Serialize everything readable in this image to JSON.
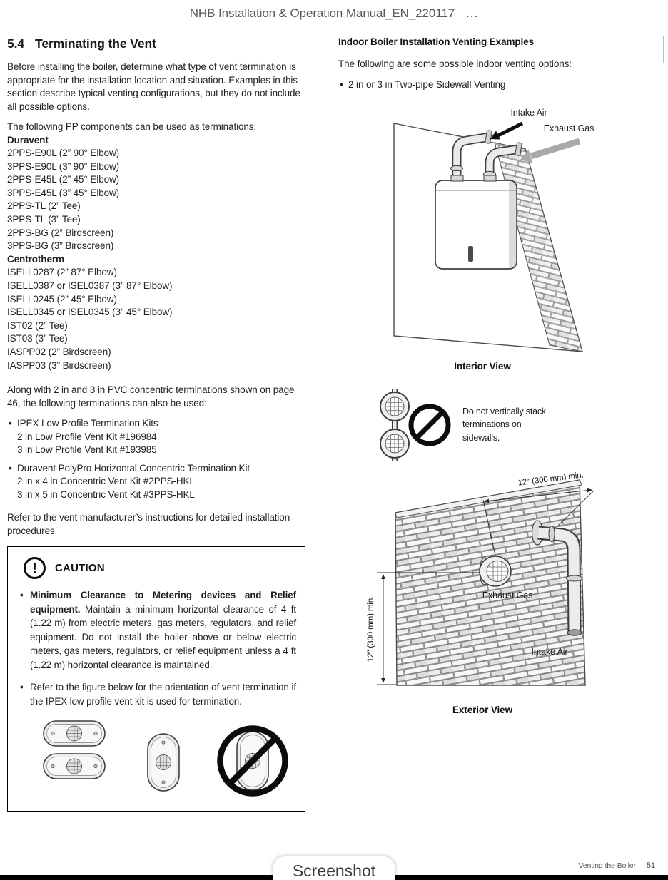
{
  "page": {
    "header_title": "NHB Installation & Operation Manual_EN_220117",
    "header_ellipsis": "...",
    "footer_section": "Venting the Boiler",
    "footer_page": "51",
    "screenshot_label": "Screenshot"
  },
  "left": {
    "section_number": "5.4",
    "section_title": "Terminating the Vent",
    "para1": "Before installing the boiler, determine what type of vent termination is appropriate for the installation location and situation. Examples in this section describe typical venting configurations, but they do not include all possible options.",
    "para2": "The following PP components can be used as terminations:",
    "duravent_heading": "Duravent",
    "duravent_items": [
      "2PPS-E90L (2” 90° Elbow)",
      "3PPS-E90L (3” 90° Elbow)",
      "2PPS-E45L (2” 45° Elbow)",
      "3PPS-E45L (3” 45° Elbow)",
      "2PPS-TL (2” Tee)",
      "3PPS-TL (3” Tee)",
      "2PPS-BG (2” Birdscreen)",
      "3PPS-BG (3” Birdscreen)"
    ],
    "centrotherm_heading": "Centrotherm",
    "centrotherm_items": [
      "ISELL0287 (2” 87° Elbow)",
      "ISELL0387 or ISEL0387 (3” 87° Elbow)",
      "ISELL0245 (2” 45° Elbow)",
      "ISELL0345 or ISEL0345 (3” 45° Elbow)",
      "IST02 (2” Tee)",
      "IST03 (3” Tee)",
      "IASPP02 (2” Birdscreen)",
      "IASPP03 (3” Birdscreen)"
    ],
    "para3": "Along with 2 in and 3 in PVC concentric terminations shown on page 46, the following terminations can also be used:",
    "bullet1_title": "IPEX Low Profile Termination Kits",
    "bullet1_lines": [
      "2 in Low Profile Vent Kit  #196984",
      "3 in Low Profile Vent Kit  #193985"
    ],
    "bullet2_title": "Duravent PolyPro Horizontal Concentric Termination Kit",
    "bullet2_lines": [
      "2 in x 4 in Concentric Vent Kit  #2PPS-HKL",
      "3 in x 5 in Concentric Vent Kit  #3PPS-HKL"
    ],
    "para4": "Refer to the vent manufacturer’s instructions for detailed installation procedures."
  },
  "caution": {
    "icon_glyph": "!",
    "title": "CAUTION",
    "item1_bold": "Minimum Clearance to Metering devices and Relief equipment.",
    "item1_text": "Maintain a minimum horizontal clearance of 4 ft (1.22 m) from electric meters, gas meters, regulators, and relief equipment. Do not install the boiler above or below electric meters, gas meters, regulators, or relief equipment unless a 4 ft (1.22 m) horizontal clearance is maintained.",
    "item2_text": "Refer to the figure below for the orientation of vent termination if the IPEX low profile vent kit is used for termination."
  },
  "right": {
    "heading": "Indoor Boiler Installation Venting Examples",
    "intro": "The following are some possible indoor venting options:",
    "bullet": "2 in or 3 in Two-pipe Sidewall Venting",
    "interior": {
      "intake_label": "Intake Air",
      "exhaust_label": "Exhaust Gas",
      "caption": "Interior View"
    },
    "stack_note": "Do not vertically stack terminations on sidewalls.",
    "exterior": {
      "dim_top": "12\" (300 mm) min.",
      "dim_left": "12\" (300 mm) min.",
      "exhaust_label": "Exhaust Gas",
      "intake_label": "Intake Air",
      "caption": "Exterior View"
    }
  }
}
